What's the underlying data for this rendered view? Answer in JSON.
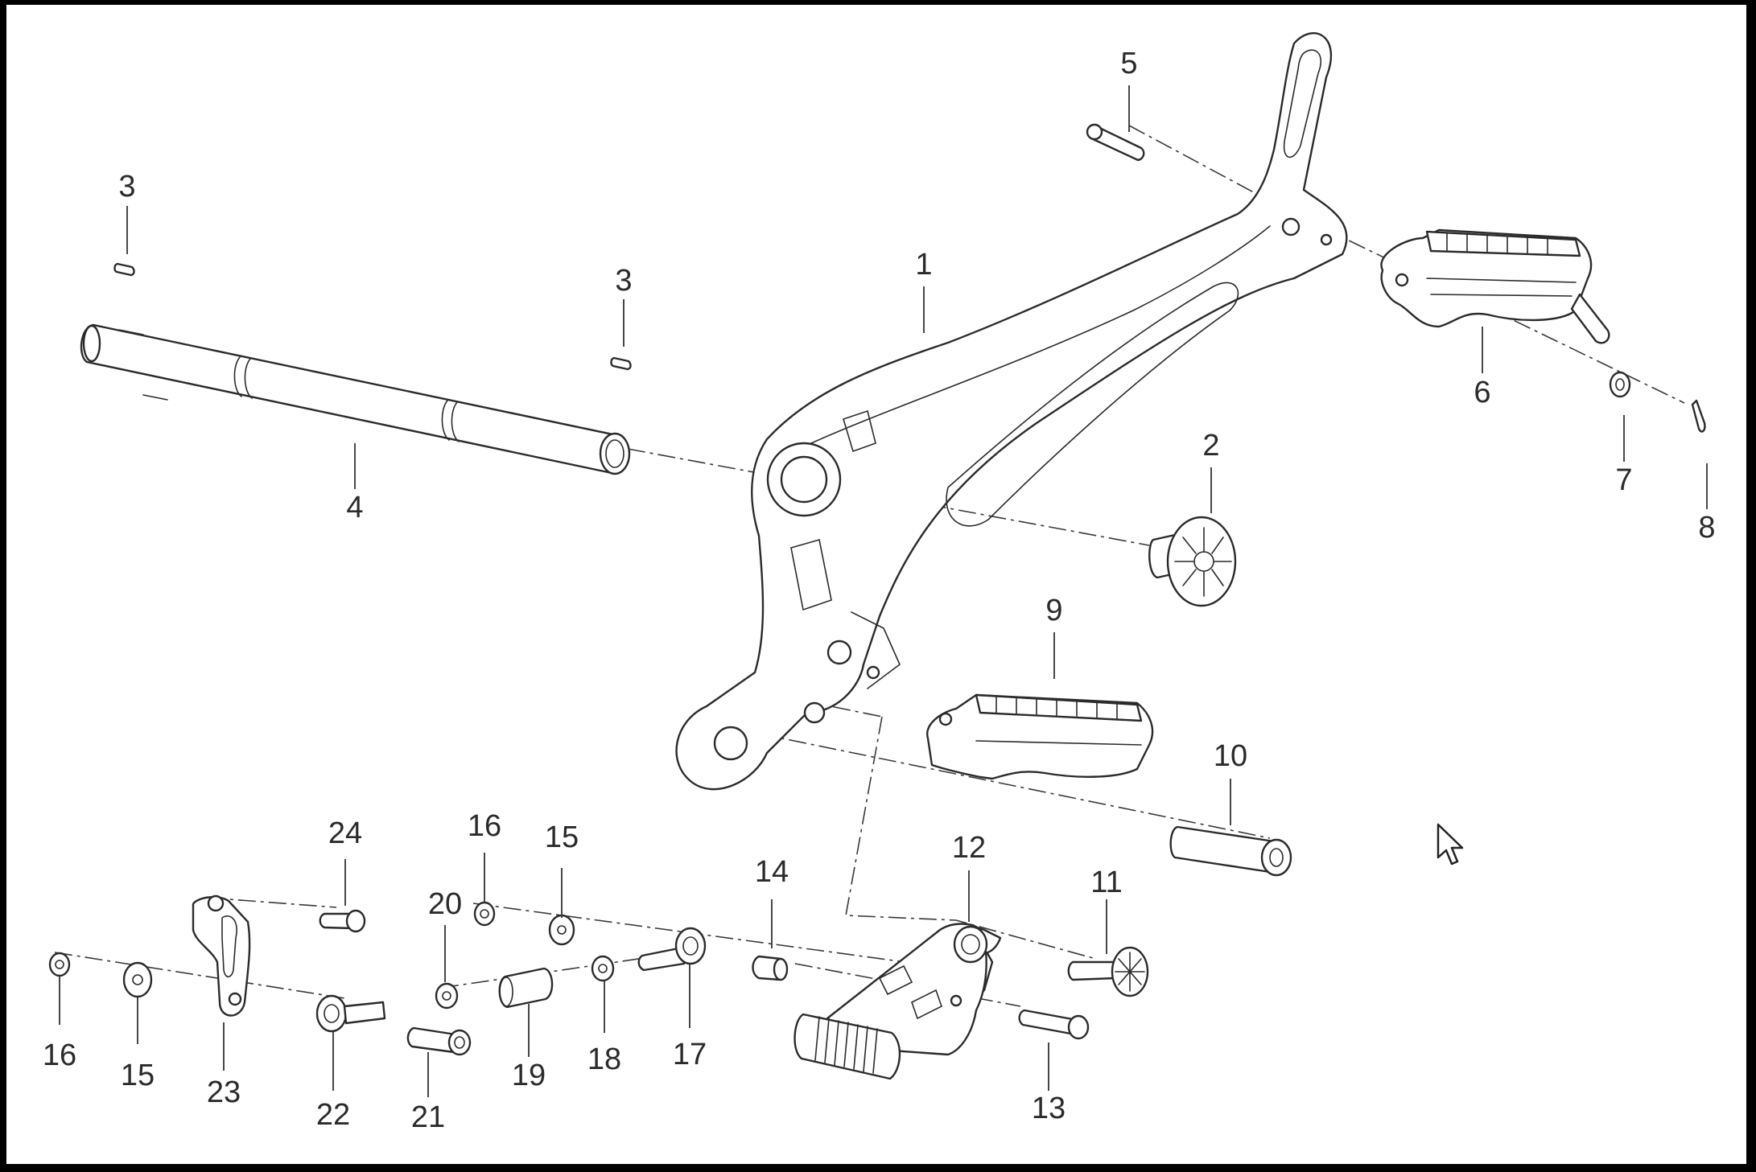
{
  "diagram": {
    "callouts": [
      {
        "id": "c1",
        "label": "1"
      },
      {
        "id": "c2",
        "label": "2"
      },
      {
        "id": "c3a",
        "label": "3"
      },
      {
        "id": "c3b",
        "label": "3"
      },
      {
        "id": "c4",
        "label": "4"
      },
      {
        "id": "c5",
        "label": "5"
      },
      {
        "id": "c6",
        "label": "6"
      },
      {
        "id": "c7",
        "label": "7"
      },
      {
        "id": "c8",
        "label": "8"
      },
      {
        "id": "c9",
        "label": "9"
      },
      {
        "id": "c10",
        "label": "10"
      },
      {
        "id": "c11",
        "label": "11"
      },
      {
        "id": "c12",
        "label": "12"
      },
      {
        "id": "c13",
        "label": "13"
      },
      {
        "id": "c14",
        "label": "14"
      },
      {
        "id": "c15a",
        "label": "15"
      },
      {
        "id": "c15b",
        "label": "15"
      },
      {
        "id": "c16a",
        "label": "16"
      },
      {
        "id": "c16b",
        "label": "16"
      },
      {
        "id": "c17",
        "label": "17"
      },
      {
        "id": "c18",
        "label": "18"
      },
      {
        "id": "c19",
        "label": "19"
      },
      {
        "id": "c20",
        "label": "20"
      },
      {
        "id": "c21",
        "label": "21"
      },
      {
        "id": "c22",
        "label": "22"
      },
      {
        "id": "c23",
        "label": "23"
      },
      {
        "id": "c24",
        "label": "24"
      }
    ]
  }
}
